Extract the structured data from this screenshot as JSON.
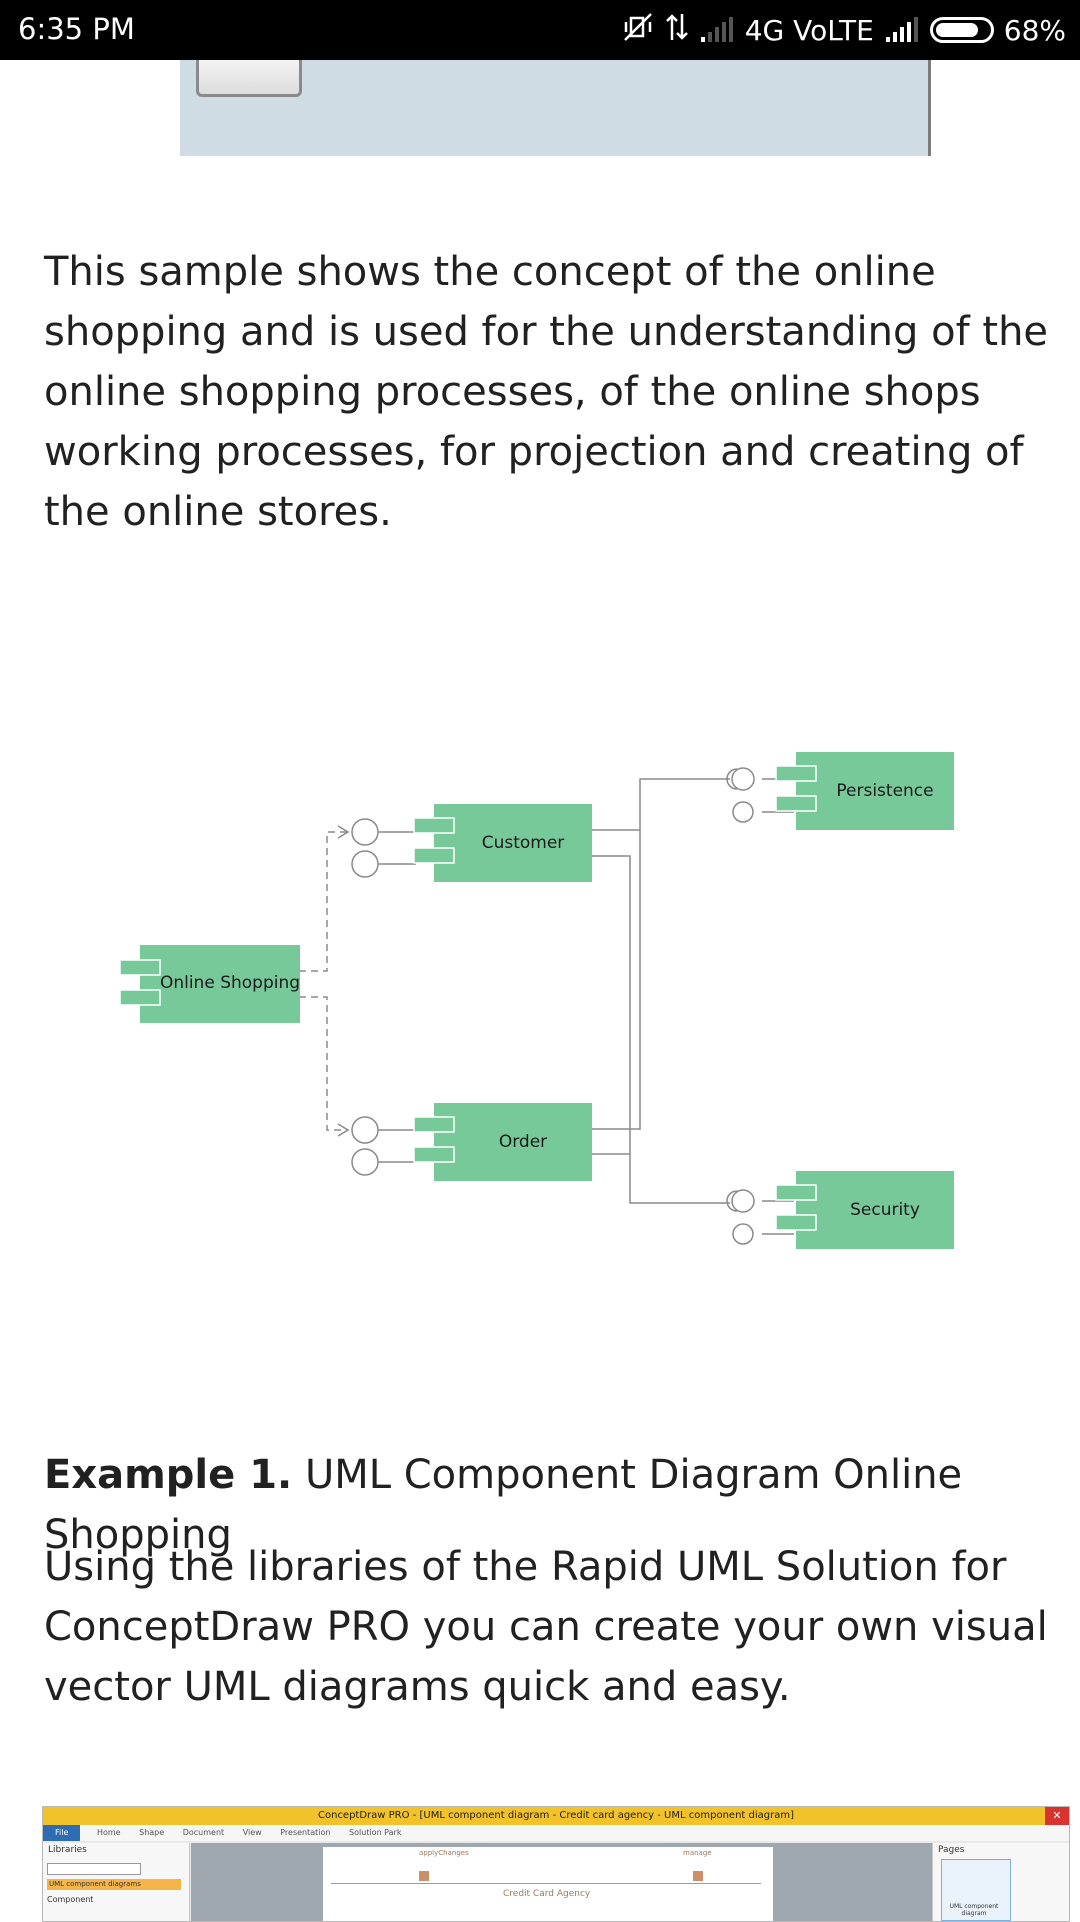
{
  "status_bar": {
    "time": "6:35 PM",
    "network": "4G VoLTE",
    "battery_text": "68%",
    "battery_level": 0.68
  },
  "article": {
    "intro": "This sample shows the concept of the online shopping and is used for the understanding of the online shopping processes, of the online shops working processes, for projection and creating of the online stores.",
    "caption_bold": "Example 1.",
    "caption_text": " UML Component Diagram Online Shopping",
    "body": "Using the libraries of the Rapid UML Solution for ConceptDraw PRO you can create your own visual vector UML diagrams quick and easy."
  },
  "diagram": {
    "components": {
      "online_shopping": "Online Shopping",
      "customer": "Customer",
      "order": "Order",
      "persistence": "Persistence",
      "security": "Security"
    },
    "colors": {
      "component_fill": "#77c99a",
      "line": "#8a8a8a"
    }
  },
  "app_screenshot": {
    "title": "ConceptDraw PRO - [UML component diagram - Credit card agency - UML component diagram]",
    "menu": [
      "File",
      "Home",
      "Shape",
      "Document",
      "View",
      "Presentation",
      "Solution Park"
    ],
    "libraries_header": "Libraries",
    "library_selected": "UML component diagrams",
    "library_item": "Component",
    "canvas_labels": [
      "applyChanges",
      "manage",
      "Credit Card Agency"
    ],
    "pages_header": "Pages",
    "page_thumb_label": "UML component diagram"
  }
}
